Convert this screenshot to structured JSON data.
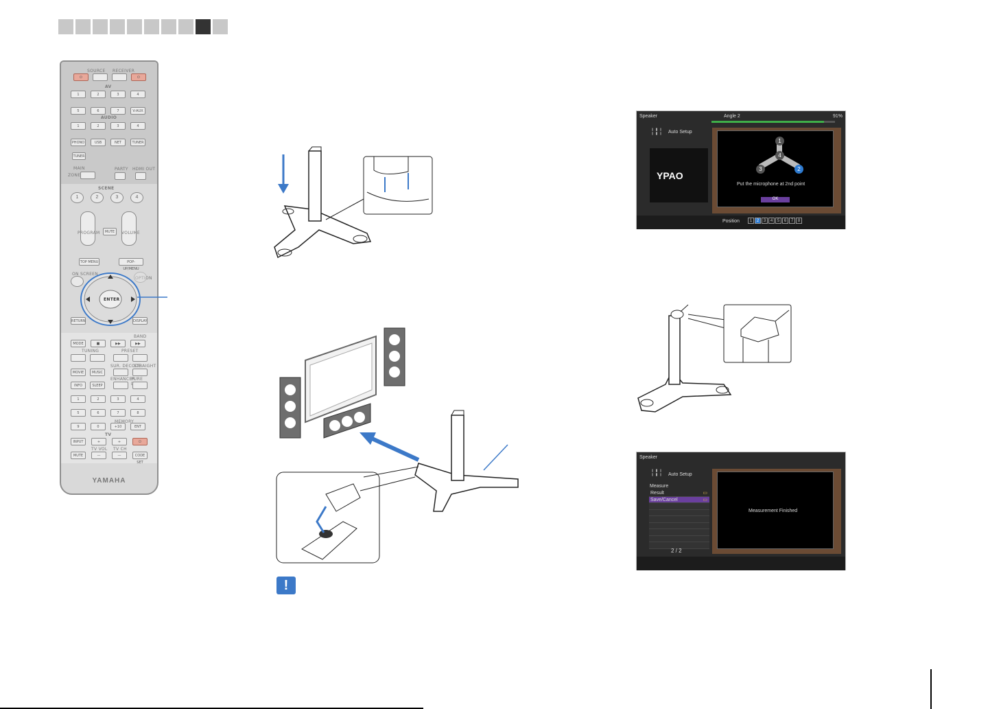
{
  "tabs": {
    "count": 10,
    "active_index": 8
  },
  "remote": {
    "row1_labels": [
      "SOURCE",
      "RECEIVER"
    ],
    "av_label": "AV",
    "av_buttons": [
      "1",
      "2",
      "3",
      "4",
      "5",
      "6",
      "7",
      "V-AUX"
    ],
    "audio_label": "AUDIO",
    "audio_buttons": [
      "1",
      "2",
      "3",
      "4"
    ],
    "mid_buttons": [
      "PHONO",
      "USB",
      "NET",
      "TUNER"
    ],
    "party_label": "PARTY",
    "hdmi_label": "HDMI OUT",
    "main_label": "MAIN",
    "zone_label": "ZONE",
    "scene_label": "SCENE",
    "scene_buttons": [
      "1",
      "2",
      "3",
      "4"
    ],
    "program_label": "PROGRAM",
    "mute_label": "MUTE",
    "volume_label": "VOLUME",
    "top_menu": "TOP MENU",
    "popup_menu": "POP-UP/MENU",
    "on_screen": "ON SCREEN",
    "option": "OPTION",
    "enter": "ENTER",
    "return": "RETURN",
    "display": "DISPLAY",
    "band_label": "BAND",
    "tuning_label": "TUNING",
    "preset_label": "PRESET",
    "mode_buttons": [
      "MODE",
      "■",
      "▶▶",
      "▶▶"
    ],
    "scene_modes": [
      "MOVIE",
      "MUSIC"
    ],
    "sur_decode": "SUR. DECODE",
    "straight": "STRAIGHT",
    "info": "INFO",
    "sleep": "SLEEP",
    "enhancer": "ENHANCER",
    "pure_direct": "PURE DIRECT",
    "num_buttons": [
      "1",
      "2",
      "3",
      "4",
      "5",
      "6",
      "7",
      "8",
      "9",
      "0",
      "+10",
      "ENT"
    ],
    "memory_label": "MEMORY",
    "input_label": "INPUT",
    "tv_label": "TV",
    "tv_vol": "TV VOL",
    "tv_ch": "TV CH",
    "mute2": "MUTE",
    "code_set": "CODE SET",
    "brand": "YAMAHA"
  },
  "screen1": {
    "header": "Speaker",
    "tab_title": "Angle 2",
    "progress_text": "91%",
    "progress_fraction": 0.91,
    "auto_setup": "Auto Setup",
    "logo": "YPAO",
    "points": [
      "1",
      "4",
      "3",
      "2"
    ],
    "message": "Put the microphone at 2nd point",
    "ok": "OK",
    "position_label": "Position",
    "positions": [
      "1",
      "2",
      "3",
      "4",
      "5",
      "6",
      "7",
      "8"
    ],
    "position_active_index": 1
  },
  "screen2": {
    "header": "Speaker",
    "auto_setup": "Auto Setup",
    "menu_title": "Measure",
    "menu_items": [
      "Result",
      "Save/Cancel"
    ],
    "selected_index": 1,
    "page": "2 / 2",
    "message": "Measurement Finished"
  },
  "warning_icon": "!",
  "colors": {
    "accent_blue": "#3c79c8",
    "selection_purple": "#6a3f9e",
    "progress_green": "#3fae49"
  }
}
